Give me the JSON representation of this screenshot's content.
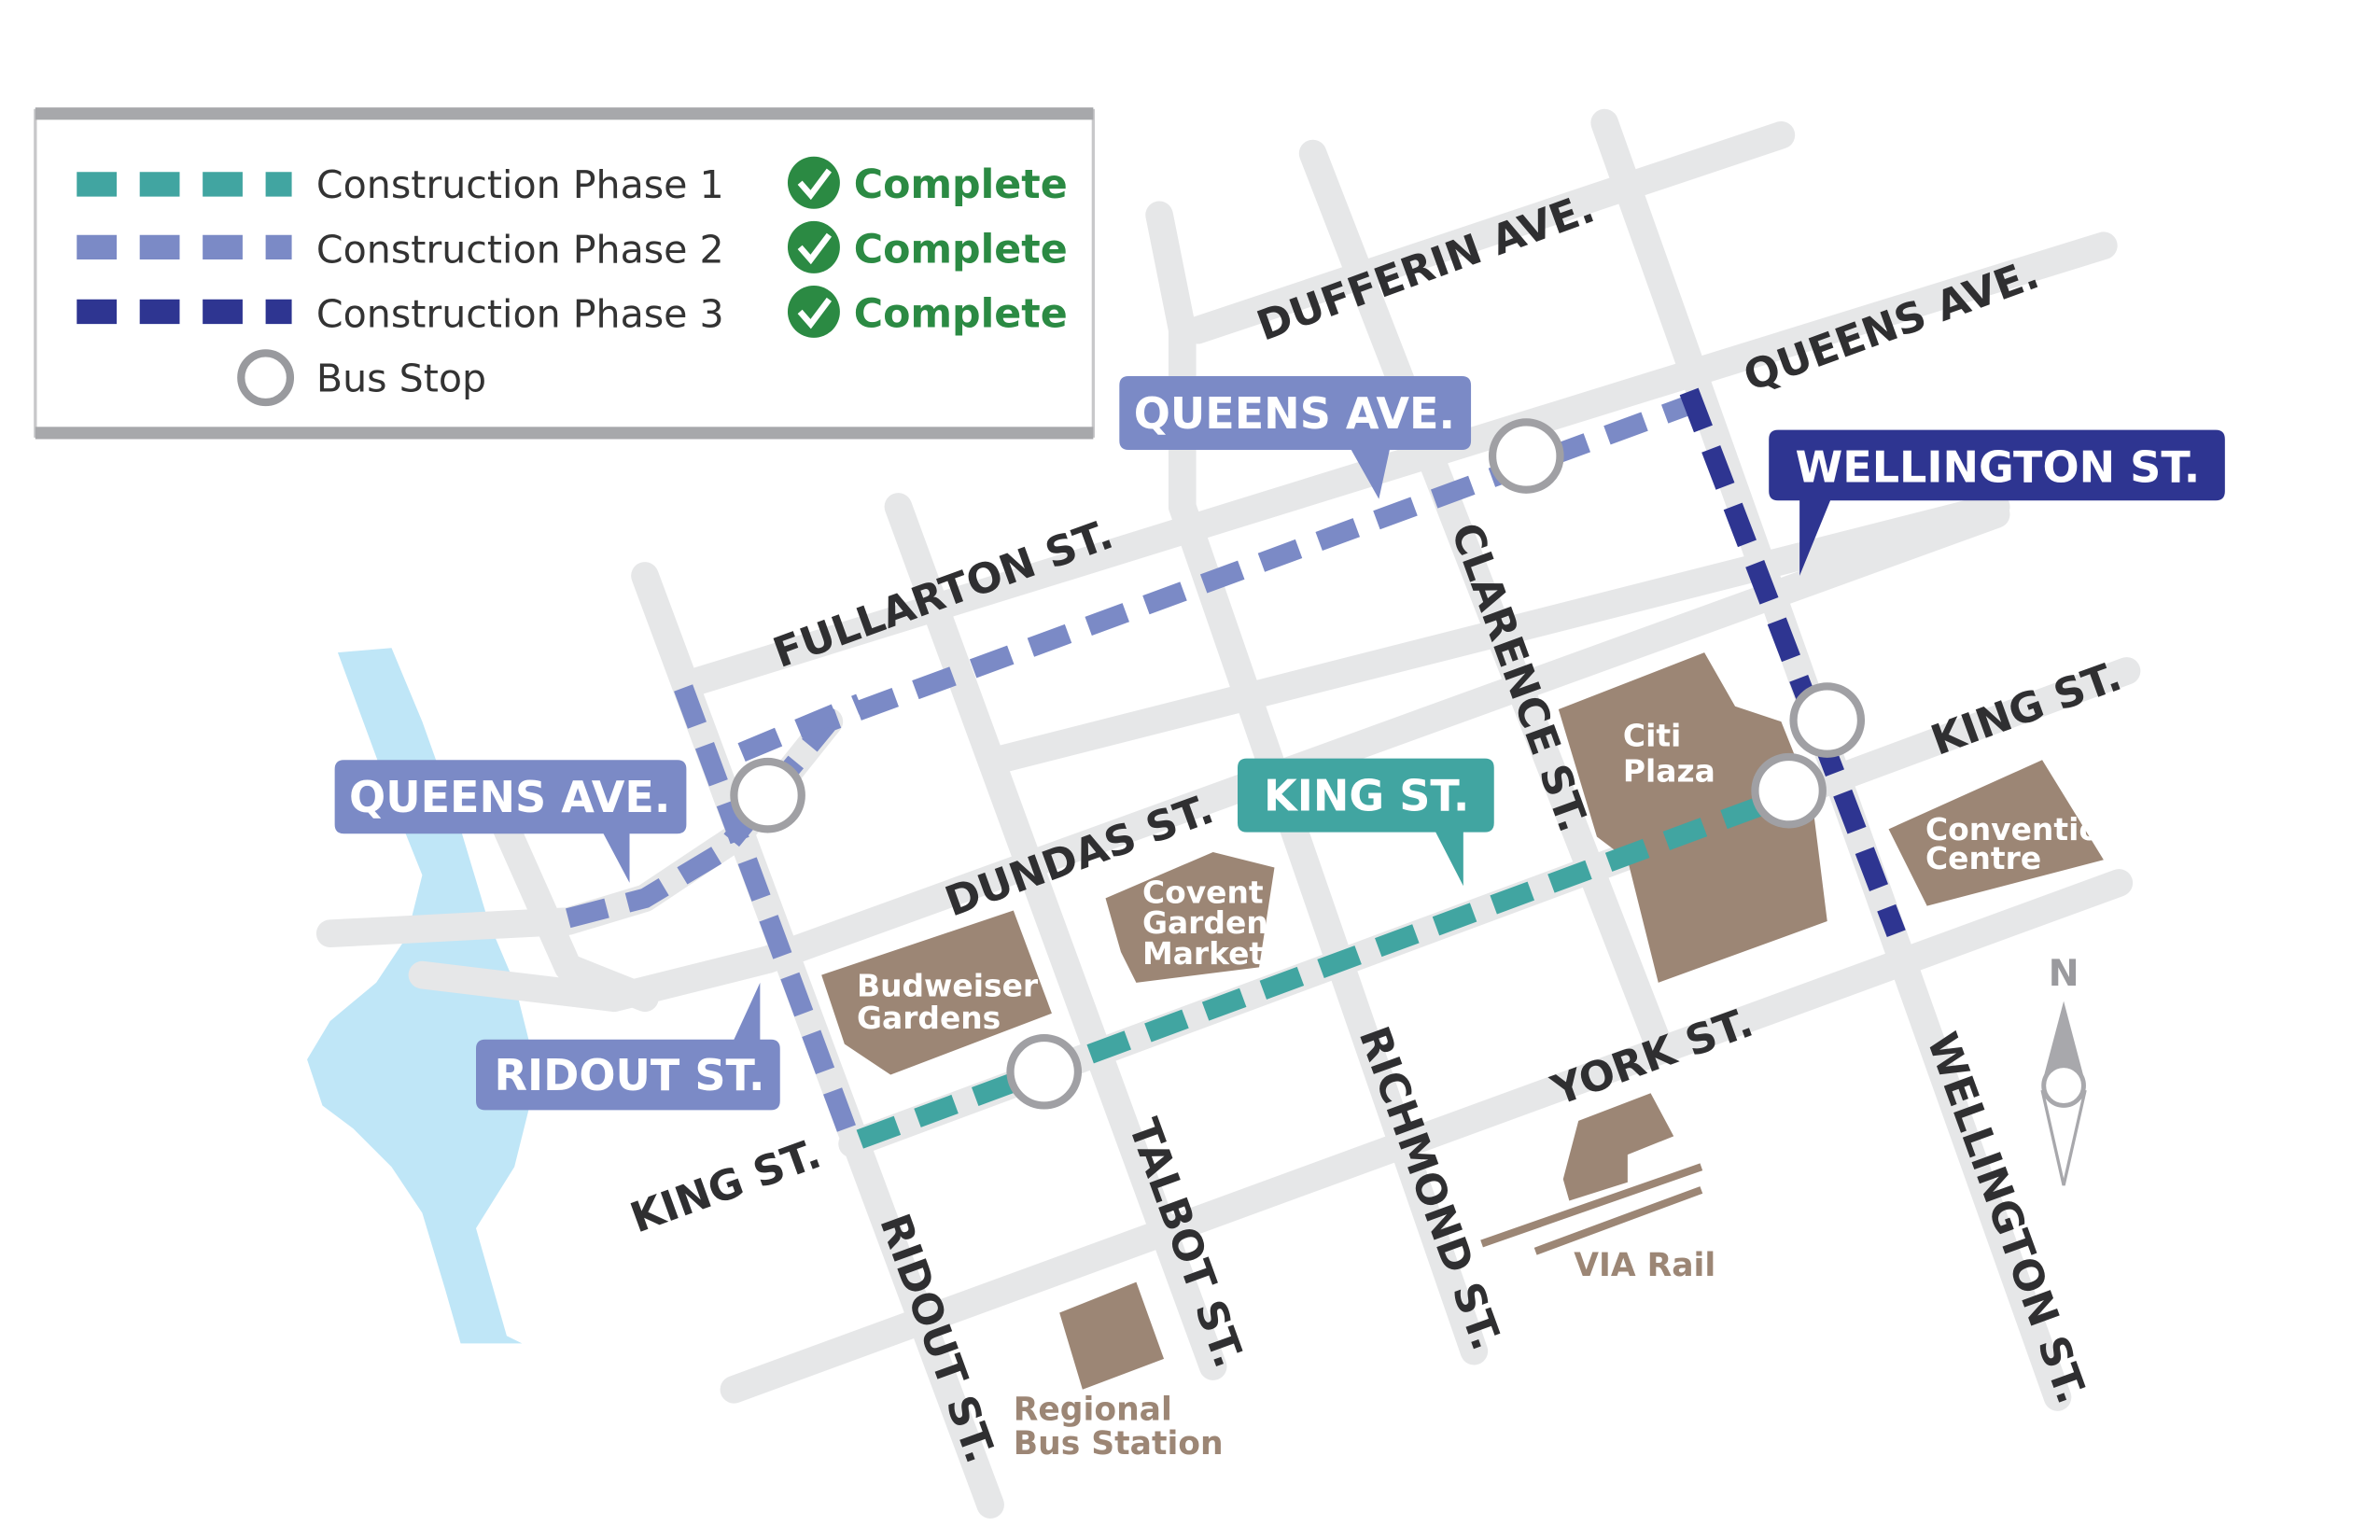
{
  "legend": {
    "items": [
      {
        "label": "Construction Phase 1",
        "status": "Complete",
        "color": "#41a5a1"
      },
      {
        "label": "Construction Phase 2",
        "status": "Complete",
        "color": "#7b8ac6"
      },
      {
        "label": "Construction Phase 3",
        "status": "Complete",
        "color": "#2e3591"
      }
    ],
    "bus_stop_label": "Bus Stop"
  },
  "streets": {
    "dufferin": "DUFFERIN AVE.",
    "queens_ne": "QUEENS AVE.",
    "fullarton": "FULLARTON ST.",
    "dundas": "DUNDAS ST.",
    "king_e": "KING ST.",
    "king_w": "KING ST.",
    "york": "YORK ST.",
    "clarence": "CLARENCE ST.",
    "richmond": "RICHMOND ST.",
    "talbot": "TALBOT ST.",
    "ridout": "RIDOUT ST.",
    "wellington": "WELLINGTON ST."
  },
  "callouts": {
    "queens_top": "QUEENS AVE.",
    "queens_left": "QUEENS AVE.",
    "ridout": "RIDOUT ST.",
    "king": "KING ST.",
    "wellington": "WELLINGTON ST."
  },
  "buildings": {
    "citi_plaza": [
      "Citi",
      "Plaza"
    ],
    "convention": [
      "Convention",
      "Centre"
    ],
    "covent": [
      "Covent",
      "Garden",
      "Market"
    ],
    "budweiser": [
      "Budweiser",
      "Gardens"
    ],
    "via_rail": "VIA Rail",
    "bus_station": [
      "Regional",
      "Bus Station"
    ]
  },
  "compass": "N"
}
